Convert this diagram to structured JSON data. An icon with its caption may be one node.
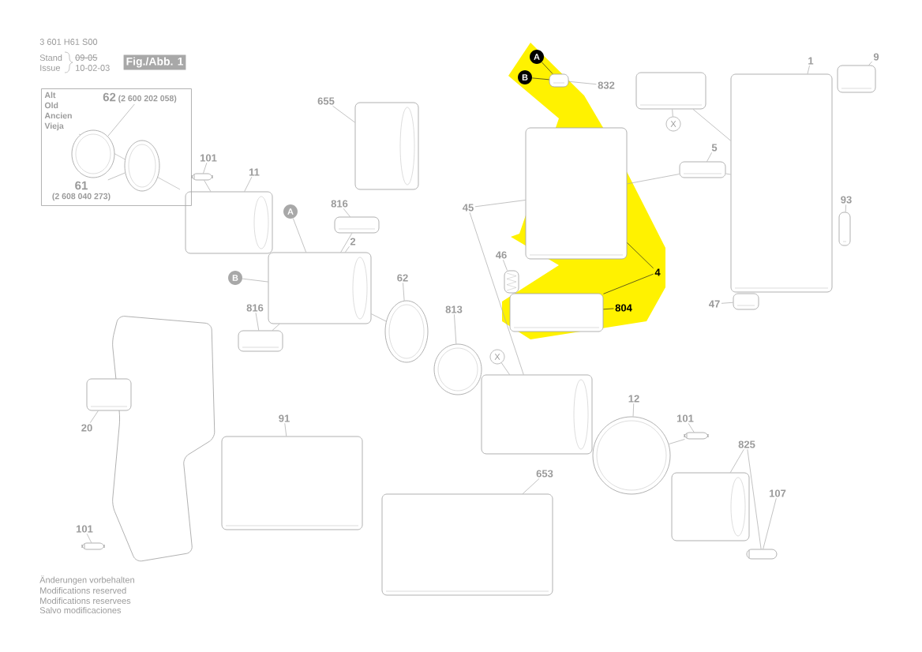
{
  "diagram": {
    "nodes": [
      {
        "text": [
          "655"
        ]
      },
      {
        "text": [],
        "shape": "picture"
      },
      {
        "text": [
          "101"
        ]
      },
      {
        "text": [],
        "shape": "picture"
      },
      {
        "text": [
          "11"
        ]
      },
      {
        "text": [],
        "shape": "picture"
      },
      {
        "text": [
          "A"
        ]
      },
      {
        "text": [
          "B"
        ]
      },
      {
        "text": [
          "816"
        ]
      },
      {
        "text": [],
        "shape": "picture"
      },
      {
        "text": [
          "2"
        ]
      },
      {
        "text": [],
        "shape": "picture"
      },
      {
        "text": [
          "816"
        ]
      },
      {
        "text": [],
        "shape": "picture"
      },
      {
        "text": [
          "62"
        ]
      },
      {
        "text": [],
        "shape": "picture"
      },
      {
        "text": [
          "813"
        ]
      },
      {
        "text": [],
        "shape": "picture"
      },
      {
        "text": [
          "X"
        ]
      },
      {
        "text": [],
        "shape": "picture"
      },
      {
        "text": [
          "45"
        ]
      },
      {
        "text": [
          "A"
        ]
      },
      {
        "text": [
          "B"
        ]
      },
      {
        "text": [],
        "shape": "picture"
      },
      {
        "text": [
          "832"
        ]
      },
      {
        "text": [],
        "shape": "picture"
      },
      {
        "text": [
          "X"
        ]
      },
      {
        "text": [],
        "shape": "picture"
      },
      {
        "text": [
          "5"
        ]
      },
      {
        "text": [],
        "shape": "picture"
      },
      {
        "text": [
          "1"
        ]
      },
      {
        "text": [],
        "shape": "picture"
      },
      {
        "text": [
          "9"
        ]
      },
      {
        "text": [],
        "shape": "picture"
      },
      {
        "text": [
          "93"
        ]
      },
      {
        "text": [],
        "shape": "picture"
      },
      {
        "text": [
          "47"
        ]
      },
      {
        "text": [],
        "shape": "picture"
      },
      {
        "text": [
          "46"
        ]
      },
      {
        "text": [],
        "shape": "picture"
      },
      {
        "text": [
          "804"
        ]
      },
      {
        "text": [],
        "shape": "picture"
      },
      {
        "text": [
          "4"
        ]
      },
      {
        "text": [
          "20"
        ]
      },
      {
        "text": [],
        "shape": "picture"
      },
      {
        "text": [
          "91"
        ]
      },
      {
        "text": [],
        "shape": "picture"
      },
      {
        "text": [
          "101"
        ]
      },
      {
        "text": [],
        "shape": "picture"
      },
      {
        "text": [
          "653"
        ]
      },
      {
        "text": [],
        "shape": "picture"
      },
      {
        "text": [
          "12"
        ]
      },
      {
        "text": [],
        "shape": "picture"
      },
      {
        "text": [
          "101"
        ]
      },
      {
        "text": [],
        "shape": "picture"
      },
      {
        "text": [
          "825"
        ]
      },
      {
        "text": [],
        "shape": "picture"
      },
      {
        "text": [
          "107"
        ]
      },
      {
        "text": [],
        "shape": "picture"
      },
      {
        "text": [
          "Alt Old Ancien Vieja"
        ]
      },
      {
        "text": [
          "62",
          "(2 600 202 058)"
        ],
        "in": 59
      },
      {
        "text": [],
        "shape": "picture",
        "in": 59
      },
      {
        "text": [
          "61",
          "(2 608 040 273)"
        ],
        "in": 59
      },
      {
        "text": [],
        "shape": "picture",
        "in": 59
      },
      {
        "text": [
          "Fig./Abb. 1"
        ]
      }
    ],
    "edges": [
      {
        "from": 0,
        "to": 1,
        "arrow": "none"
      },
      {
        "from": 2,
        "to": 3,
        "arrow": "none"
      },
      {
        "from": 3,
        "to": 5,
        "arrow": "none"
      },
      {
        "from": 4,
        "to": 5,
        "arrow": "none"
      },
      {
        "from": 6,
        "to": 11,
        "arrow": "none"
      },
      {
        "from": 7,
        "to": 11,
        "arrow": "none"
      },
      {
        "from": 8,
        "to": 9,
        "arrow": "none"
      },
      {
        "from": 9,
        "to": 11,
        "arrow": "none"
      },
      {
        "from": 10,
        "to": 11,
        "arrow": "none"
      },
      {
        "from": 12,
        "to": 13,
        "arrow": "none"
      },
      {
        "from": 13,
        "to": 11,
        "arrow": "none"
      },
      {
        "from": 11,
        "to": 15,
        "arrow": "none"
      },
      {
        "from": 14,
        "to": 15,
        "arrow": "none"
      },
      {
        "from": 16,
        "to": 17,
        "arrow": "none"
      },
      {
        "from": 18,
        "to": 19,
        "arrow": "none"
      },
      {
        "from": 20,
        "to": 19,
        "arrow": "none"
      },
      {
        "from": 20,
        "to": 25,
        "arrow": "none"
      },
      {
        "from": 21,
        "to": 23,
        "arrow": "none",
        "color": "#222222"
      },
      {
        "from": 22,
        "to": 23,
        "arrow": "none",
        "color": "#222222"
      },
      {
        "from": 24,
        "to": 23,
        "arrow": "none"
      },
      {
        "from": 26,
        "to": 27,
        "arrow": "none"
      },
      {
        "from": 27,
        "to": 31,
        "arrow": "none"
      },
      {
        "from": 28,
        "to": 29,
        "arrow": "none"
      },
      {
        "from": 25,
        "to": 29,
        "arrow": "none"
      },
      {
        "from": 29,
        "to": 31,
        "arrow": "none"
      },
      {
        "from": 30,
        "to": 31,
        "arrow": "none"
      },
      {
        "from": 32,
        "to": 33,
        "arrow": "none"
      },
      {
        "from": 34,
        "to": 35,
        "arrow": "none"
      },
      {
        "from": 36,
        "to": 37,
        "arrow": "none"
      },
      {
        "from": 38,
        "to": 39,
        "arrow": "none"
      },
      {
        "from": 40,
        "to": 41,
        "arrow": "none",
        "color": "#222222"
      },
      {
        "from": 42,
        "to": 25,
        "arrow": "none",
        "color": "#222222"
      },
      {
        "from": 42,
        "to": 41,
        "arrow": "none",
        "color": "#222222"
      },
      {
        "from": 43,
        "to": 44,
        "arrow": "none"
      },
      {
        "from": 45,
        "to": 46,
        "arrow": "none"
      },
      {
        "from": 47,
        "to": 48,
        "arrow": "none"
      },
      {
        "from": 49,
        "to": 50,
        "arrow": "none"
      },
      {
        "from": 51,
        "to": 52,
        "arrow": "none"
      },
      {
        "from": 53,
        "to": 54,
        "arrow": "none"
      },
      {
        "from": 54,
        "to": 52,
        "arrow": "none"
      },
      {
        "from": 55,
        "to": 56,
        "arrow": "none"
      },
      {
        "from": 55,
        "to": 58,
        "arrow": "none"
      },
      {
        "from": 57,
        "to": 58,
        "arrow": "none"
      },
      {
        "from": 60,
        "to": 61,
        "arrow": "none"
      },
      {
        "from": 62,
        "to": 63,
        "arrow": "none"
      }
    ],
    "labels": [
      "3 601 H61 S00",
      "Stand",
      "09-05",
      "Issue",
      "10-02-03",
      "Änderungen vorbehalten",
      "Modifications reserved",
      "Modifications reservees",
      "Salvo modificaciones"
    ]
  }
}
